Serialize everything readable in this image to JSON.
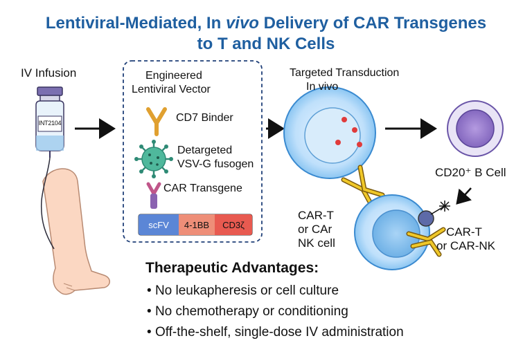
{
  "title": {
    "line1_a": "Lentiviral-Mediated, In ",
    "line1_italic": "vivo",
    "line1_b": " Delivery of CAR Transgenes",
    "line2": "to T and NK Cells"
  },
  "iv": {
    "label": "IV Infusion",
    "vial_label": "INT2104"
  },
  "vector": {
    "heading1": "Engineered",
    "heading2": "Lentiviral Vector",
    "binder": "CD7 Binder",
    "fusogen1": "Detargeted",
    "fusogen2": "VSV-G fusogen",
    "transgene": "CAR Transgene",
    "segments": [
      "scFV",
      "4-1BB",
      "CD3ζ"
    ]
  },
  "transduction": {
    "line1": "Targeted Transduction",
    "line2": "In vivo"
  },
  "bcell": {
    "label": "CD20⁺ B Cell"
  },
  "car_cell": {
    "line1": "CAR-T",
    "line2": "or CAr",
    "line3": "NK cell"
  },
  "car_product": {
    "line1": "CAR-T",
    "line2": "or CAR-NK"
  },
  "advantages": {
    "heading": "Therapeutic Advantages:",
    "items": [
      "No leukapheresis or cell culture",
      "No chemotherapy or conditioning",
      "Off-the-shelf, single-dose IV administration"
    ]
  },
  "colors": {
    "title": "#1f5fa0",
    "cell_blue": "#5fa8e0",
    "bcell_purple": "#8a6cc0",
    "car_yellow": "#e8c020",
    "scfv_blue": "#5b86d6",
    "bb_salmon": "#ee8e78",
    "cd3_red": "#e85a50"
  }
}
